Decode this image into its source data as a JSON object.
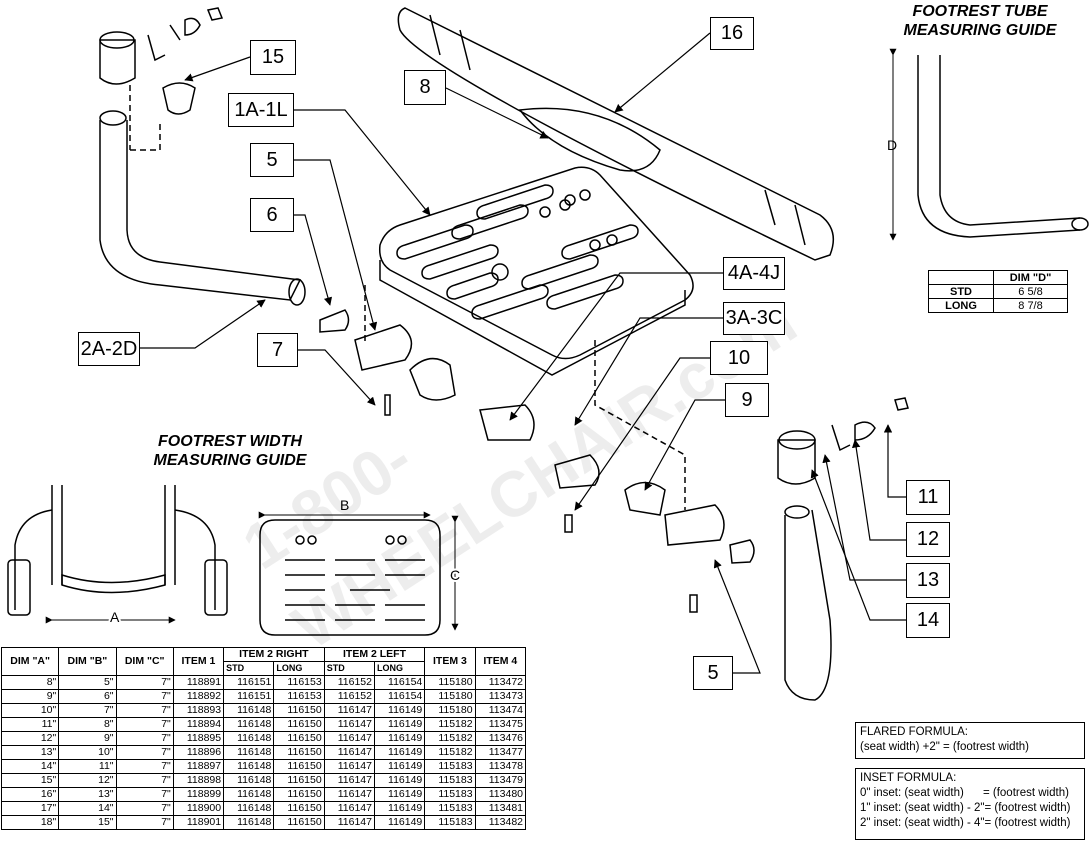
{
  "callouts": {
    "c16": "16",
    "c15": "15",
    "c8": "8",
    "c1a": "1A-1L",
    "c5a": "5",
    "c6": "6",
    "c4a": "4A-4J",
    "c3a": "3A-3C",
    "c2a": "2A-2D",
    "c7": "7",
    "c10": "10",
    "c9": "9",
    "c11": "11",
    "c12": "12",
    "c13": "13",
    "c14": "14",
    "c5b": "5"
  },
  "tube_guide": {
    "title_line1": "FOOTREST TUBE",
    "title_line2": "MEASURING GUIDE",
    "dim_label": "D",
    "table_header": "DIM \"D\"",
    "rows": [
      {
        "label": "STD",
        "value": "6 5/8"
      },
      {
        "label": "LONG",
        "value": "8 7/8"
      }
    ]
  },
  "width_guide": {
    "title_line1": "FOOTREST WIDTH",
    "title_line2": "MEASURING GUIDE",
    "dim_a": "A",
    "dim_b": "B",
    "dim_c": "C"
  },
  "watermark": {
    "line1": "1-800-",
    "line2": "WHEELCHAIR.com"
  },
  "parts_table": {
    "headers": {
      "dim_a": "DIM \"A\"",
      "dim_b": "DIM \"B\"",
      "dim_c": "DIM \"C\"",
      "item1": "ITEM 1",
      "item2_right": "ITEM 2 RIGHT",
      "item2_left": "ITEM 2 LEFT",
      "item3": "ITEM 3",
      "item4": "ITEM 4",
      "std": "STD",
      "long": "LONG"
    },
    "rows": [
      [
        "8\"",
        "5\"",
        "7\"",
        "118891",
        "116151",
        "116153",
        "116152",
        "116154",
        "115180",
        "113472"
      ],
      [
        "9\"",
        "6\"",
        "7\"",
        "118892",
        "116151",
        "116153",
        "116152",
        "116154",
        "115180",
        "113473"
      ],
      [
        "10\"",
        "7\"",
        "7\"",
        "118893",
        "116148",
        "116150",
        "116147",
        "116149",
        "115180",
        "113474"
      ],
      [
        "11\"",
        "8\"",
        "7\"",
        "118894",
        "116148",
        "116150",
        "116147",
        "116149",
        "115182",
        "113475"
      ],
      [
        "12\"",
        "9\"",
        "7\"",
        "118895",
        "116148",
        "116150",
        "116147",
        "116149",
        "115182",
        "113476"
      ],
      [
        "13\"",
        "10\"",
        "7\"",
        "118896",
        "116148",
        "116150",
        "116147",
        "116149",
        "115182",
        "113477"
      ],
      [
        "14\"",
        "11\"",
        "7\"",
        "118897",
        "116148",
        "116150",
        "116147",
        "116149",
        "115183",
        "113478"
      ],
      [
        "15\"",
        "12\"",
        "7\"",
        "118898",
        "116148",
        "116150",
        "116147",
        "116149",
        "115183",
        "113479"
      ],
      [
        "16\"",
        "13\"",
        "7\"",
        "118899",
        "116148",
        "116150",
        "116147",
        "116149",
        "115183",
        "113480"
      ],
      [
        "17\"",
        "14\"",
        "7\"",
        "118900",
        "116148",
        "116150",
        "116147",
        "116149",
        "115183",
        "113481"
      ],
      [
        "18\"",
        "15\"",
        "7\"",
        "118901",
        "116148",
        "116150",
        "116147",
        "116149",
        "115183",
        "113482"
      ]
    ]
  },
  "flared_formula": {
    "title": "FLARED FORMULA:",
    "line1": "(seat width) +2\"  = (footrest width)"
  },
  "inset_formula": {
    "title": "INSET FORMULA:",
    "line1": "0\" inset: (seat width)      = (footrest width)",
    "line2": "1\" inset: (seat width) - 2\"= (footrest width)",
    "line3": "2\" inset: (seat width) - 4\"= (footrest width)"
  }
}
